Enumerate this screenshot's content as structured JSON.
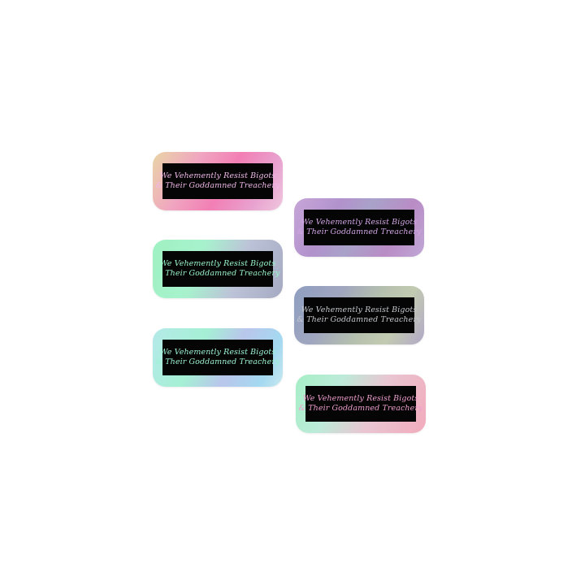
{
  "stickers": [
    {
      "line1": "We Vehemently Resist Bigots",
      "line2": "& Their Goddamned Treachery",
      "finish": "holographic pink"
    },
    {
      "line1": "We Vehemently Resist Bigots",
      "line2": "& Their Goddamned Treachery",
      "finish": "holographic lavender"
    },
    {
      "line1": "We Vehemently Resist Bigots",
      "line2": "& Their Goddamned Treachery",
      "finish": "holographic mint"
    },
    {
      "line1": "We Vehemently Resist Bigots",
      "line2": "& Their Goddamned Treachery",
      "finish": "holographic silver-blue"
    },
    {
      "line1": "We Vehemently Resist Bigots",
      "line2": "& Their Goddamned Treachery",
      "finish": "holographic aqua"
    },
    {
      "line1": "We Vehemently Resist Bigots",
      "line2": "& Their Goddamned Treachery",
      "finish": "holographic mint-pink"
    }
  ],
  "colors": {
    "background": "#ffffff",
    "panel": "#050505"
  }
}
